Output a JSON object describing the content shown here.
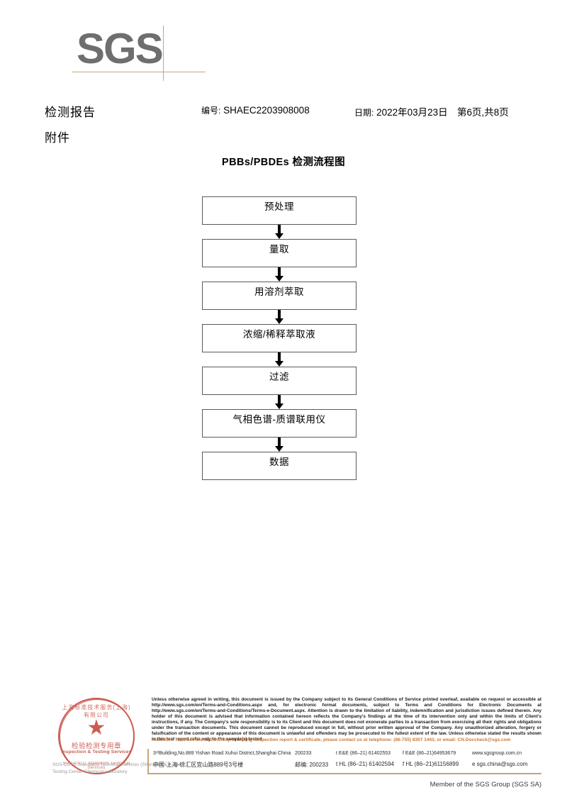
{
  "logo": {
    "text": "SGS",
    "accent_color": "#c8a47c",
    "text_color": "#6e6e6e"
  },
  "header": {
    "report_title": "检测报告",
    "annex_title": "附件",
    "number_label": "编号:",
    "number_value": "SHAEC2203908008",
    "date_label": "日期:",
    "date_value": "2022年03月23日",
    "page_info": "第6页,共8页"
  },
  "flowchart": {
    "title": "PBBs/PBDEs 检测流程图",
    "steps": [
      {
        "label": "预处理"
      },
      {
        "label": "量取"
      },
      {
        "label": "用溶剂萃取"
      },
      {
        "label": "浓缩/稀释萃取液"
      },
      {
        "label": "过滤"
      },
      {
        "label": "气相色谱-质谱联用仪"
      },
      {
        "label": "数据"
      }
    ]
  },
  "seal": {
    "arc_top": "上海标准技术服务(上海)有限公司",
    "star": "★",
    "cn_text": "检验检测专用章",
    "en_text": "Inspection & Testing Services",
    "arc_bottom": "SGS-CSTC Standards Technical Services",
    "company_line1": "SGS-CSTC Standards Technical Services (Shanghai) Co., Ltd.",
    "company_line2": "Testing Center-Chemical Laboratory",
    "color": "#c0392b"
  },
  "footer": {
    "legal_text": "Unless otherwise agreed in writing, this document is issued by the Company subject to its General Conditions of Service printed overleaf, available on request or accessible at http://www.sgs.com/en/Terms-and-Conditions.aspx and, for electronic format documents, subject to Terms and Conditions for Electronic Documents at http://www.sgs.com/en/Terms-and-Conditions/Terms-e-Document.aspx. Attention is drawn to the limitation of liability, indemnification and jurisdiction issues defined therein. Any holder of this document is advised that information contained hereon reflects the Company's findings at the time of its intervention only and within the limits of Client's instructions, if any. The Company's sole responsibility is to its Client and this document does not exonerate parties to a transaction from exercising all their rights and obligations under the transaction documents. This document cannot be reproduced except in full, without prior written approval of the Company. Any unauthorized alteration, forgery or falsification of the content or appearance of this document is unlawful and offenders may be prosecuted to the fullest extent of the law. Unless otherwise stated the results shown in this test report refer only to the sample(s) tested .",
    "attention_text": "Attention: To check the authenticity of testing /inspection report & certificate, please contact us at telephone: (86-755) 8307 1443, or email: CN.Doccheck@sgs.com",
    "attention_color": "#c8793a",
    "address_en": "3ʳᵈBuilding,No.889 Yishan Road Xuhui District,Shanghai China",
    "zip_en": "200233",
    "tel_en": "t E&E (86–21) 61402553",
    "fax_en": "f E&E (86–21)64953679",
    "web_en": "www.sgsgroup.com.cn",
    "address_cn": "中国·上海·徐汇区宜山路889号3号楼",
    "zip_cn": "邮编: 200233",
    "tel_cn": "t HL (86–21) 61402594",
    "fax_cn": "f HL (86–21)61156899",
    "web_cn": "e sgs.china@sgs.com",
    "member_line": "Member of the SGS Group (SGS SA)"
  }
}
